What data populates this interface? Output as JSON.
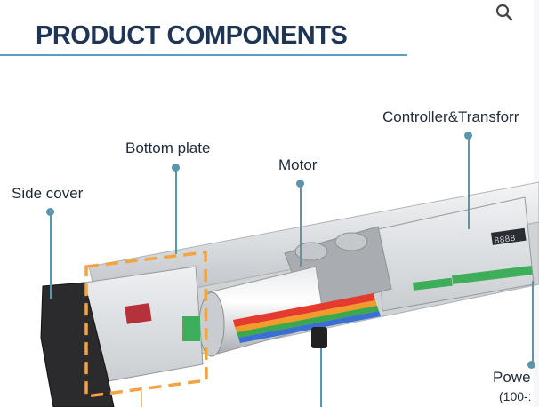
{
  "header": {
    "title": "PRODUCT COMPONENTS",
    "search_icon": "search-icon"
  },
  "colors": {
    "title": "#1f3556",
    "underline": "#5a9bc9",
    "callout": "#5b96ac",
    "highlight_box": "#f3a340"
  },
  "callouts": [
    {
      "label": "Side cover"
    },
    {
      "label": "Bottom plate"
    },
    {
      "label": "Motor"
    },
    {
      "label": "Controller&Transforr"
    },
    {
      "label": "Powe"
    },
    {
      "label": "(100-:"
    }
  ],
  "controller_display": "8888"
}
